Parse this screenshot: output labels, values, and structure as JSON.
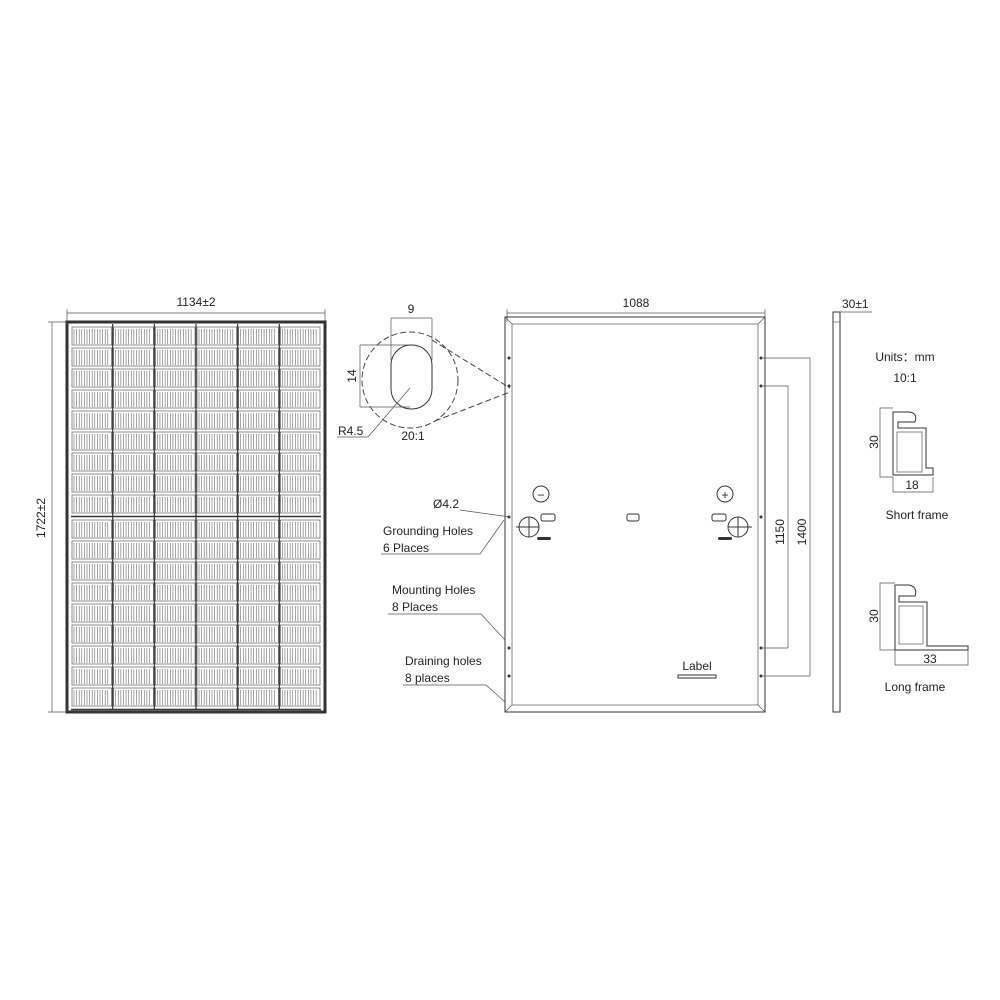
{
  "front_view": {
    "width_dim": "1134±2",
    "height_dim": "1722±2",
    "cell_columns": 6,
    "cell_rows_per_half": 9
  },
  "detail": {
    "width_dim": "9",
    "height_dim": "14",
    "radius": "R4.5",
    "scale": "20:1"
  },
  "back_view": {
    "width_dim": "1088",
    "dim_inner": "1150",
    "dim_outer": "1400",
    "negative_symbol": "−",
    "positive_symbol": "+",
    "hole_diameter": "Ø4.2",
    "grounding_line1": "Grounding Holes",
    "grounding_line2": "6 Places",
    "mounting_line1": "Mounting Holes",
    "mounting_line2": "8 Places",
    "draining_line1": "Draining holes",
    "draining_line2": "8 places",
    "label_text": "Label"
  },
  "side_view": {
    "thickness_dim": "30±1"
  },
  "units": {
    "units_text": "Units：mm",
    "scale": "10:1"
  },
  "short_frame": {
    "height_dim": "30",
    "width_dim": "18",
    "caption": "Short frame"
  },
  "long_frame": {
    "height_dim": "30",
    "width_dim": "33",
    "caption": "Long frame"
  }
}
